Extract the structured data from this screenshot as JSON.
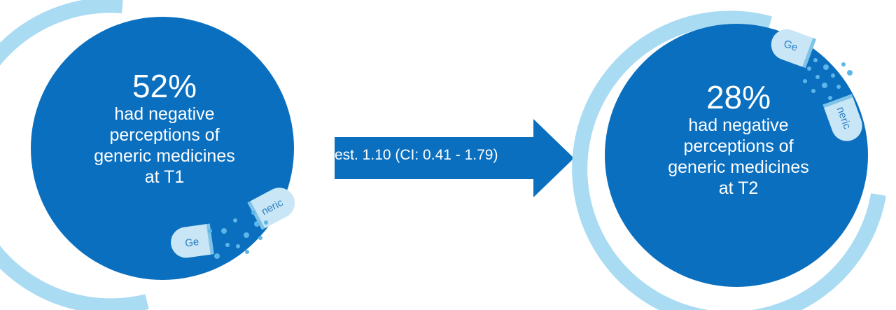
{
  "panels": {
    "t1": {
      "percent": "52%",
      "line1": "had negative",
      "line2": "perceptions of",
      "line3": "generic medicines",
      "line4": "at T1"
    },
    "t2": {
      "percent": "28%",
      "line1": "had negative",
      "line2": "perceptions of",
      "line3": "generic medicines",
      "line4": "at T2"
    }
  },
  "arrow": {
    "label": "est. 1.10 (CI: 0.41 - 1.79)"
  },
  "pills": {
    "cap_text": "Ge",
    "body_text": "neric"
  },
  "colors": {
    "circle_dark": "#0a6fbf",
    "ring_light": "#a9dbf2",
    "pill": "#c8e6f6",
    "text": "#ffffff"
  }
}
